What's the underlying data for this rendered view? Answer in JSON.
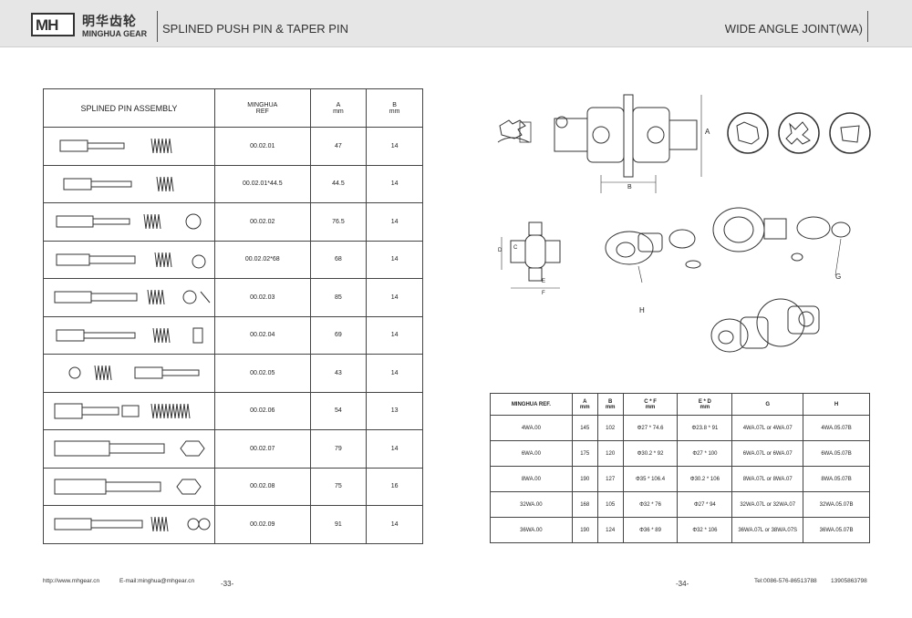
{
  "header": {
    "logo_mark": "MH",
    "brand_cn": "明华齿轮",
    "brand_en": "MINGHUA GEAR",
    "left_title": "SPLINED PUSH PIN & TAPER PIN",
    "right_title": "WIDE ANGLE JOINT(WA)"
  },
  "left_table": {
    "col_assembly": "SPLINED PIN ASSEMBLY",
    "col_ref_1": "MINGHUA",
    "col_ref_2": "REF",
    "col_a_1": "A",
    "col_a_2": "mm",
    "col_b_1": "B",
    "col_b_2": "mm",
    "rows": [
      {
        "ref": "00.02.01",
        "a": "47",
        "b": "14"
      },
      {
        "ref": "00.02.01*44.5",
        "a": "44.5",
        "b": "14"
      },
      {
        "ref": "00.02.02",
        "a": "76.5",
        "b": "14"
      },
      {
        "ref": "00.02.02*68",
        "a": "68",
        "b": "14"
      },
      {
        "ref": "00.02.03",
        "a": "85",
        "b": "14"
      },
      {
        "ref": "00.02.04",
        "a": "69",
        "b": "14"
      },
      {
        "ref": "00.02.05",
        "a": "43",
        "b": "14"
      },
      {
        "ref": "00.02.06",
        "a": "54",
        "b": "13"
      },
      {
        "ref": "00.02.07",
        "a": "79",
        "b": "14"
      },
      {
        "ref": "00.02.08",
        "a": "75",
        "b": "16"
      },
      {
        "ref": "00.02.09",
        "a": "91",
        "b": "14"
      }
    ]
  },
  "drawing_labels": {
    "a": "A",
    "b": "B",
    "c": "C",
    "d": "D",
    "e": "E",
    "f": "F",
    "g": "G",
    "h": "H"
  },
  "right_table": {
    "headers": [
      {
        "l1": "MINGHUA REF.",
        "l2": ""
      },
      {
        "l1": "A",
        "l2": "mm"
      },
      {
        "l1": "B",
        "l2": "mm"
      },
      {
        "l1": "C * F",
        "l2": "mm"
      },
      {
        "l1": "E * D",
        "l2": "mm"
      },
      {
        "l1": "G",
        "l2": ""
      },
      {
        "l1": "H",
        "l2": ""
      }
    ],
    "rows": [
      [
        "4WA.00",
        "145",
        "102",
        "Φ27 * 74.6",
        "Φ23.8 * 91",
        "4WA.07L  or  4WA.07",
        "4WA.05.07B"
      ],
      [
        "6WA.00",
        "175",
        "120",
        "Φ30.2 * 92",
        "Φ27 * 100",
        "6WA.07L  or  6WA.07",
        "6WA.05.07B"
      ],
      [
        "8WA.00",
        "190",
        "127",
        "Φ35 * 106.4",
        "Φ30.2 * 106",
        "8WA.07L  or  8WA.07",
        "8WA.05.07B"
      ],
      [
        "32WA.00",
        "168",
        "105",
        "Φ32 * 76",
        "Φ27 * 94",
        "32WA.07L  or  32WA.07",
        "32WA.05.07B"
      ],
      [
        "36WA.00",
        "190",
        "124",
        "Φ36 * 89",
        "Φ32 * 106",
        "36WA.07L  or  38WA.07S",
        "36WA.05.07B"
      ]
    ]
  },
  "footer": {
    "website": "http://www.mhgear.cn",
    "email": "E-mail:minghua@mhgear.cn",
    "left_page": "-33-",
    "right_page": "-34-",
    "tel": "Tel:0086-576-86513788",
    "mobile": "13905863798"
  }
}
